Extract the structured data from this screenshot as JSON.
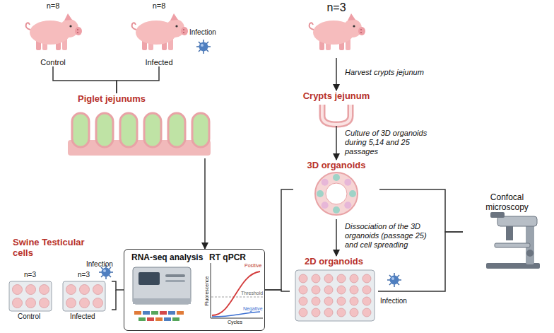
{
  "diagram": {
    "nodes": [
      {
        "text": [
          "n=8",
          "Control"
        ]
      },
      {
        "text": [
          "n=8",
          "Infected"
        ]
      },
      {
        "text": [
          "Piglet jejunums"
        ]
      },
      {
        "text": [
          "n=3"
        ]
      },
      {
        "text": [
          "Crypts jejunum"
        ]
      },
      {
        "text": [
          "3D organoids"
        ]
      },
      {
        "text": [
          "2D organoids"
        ]
      },
      {
        "text": [
          "Confocal microscopy"
        ]
      },
      {
        "text": [
          "RNA-seq analysis",
          "RT qPCR"
        ]
      },
      {
        "text": [
          "Swine Testicular cells"
        ]
      }
    ],
    "edges": [
      {
        "from": 0,
        "to": 2,
        "arrow": "none"
      },
      {
        "from": 1,
        "to": 2,
        "arrow": "none"
      },
      {
        "from": 2,
        "to": 8,
        "arrow": "to"
      },
      {
        "from": 3,
        "to": 4,
        "label": "Harvest crypts jejunum",
        "arrow": "to"
      },
      {
        "from": 4,
        "to": 5,
        "label": "Culture of 3D organoids during 5,14 and 25 passages",
        "arrow": "to"
      },
      {
        "from": 5,
        "to": 6,
        "label": "Dissociation of the 3D organoids (passage 25) and cell spreading",
        "arrow": "to"
      },
      {
        "from": 5,
        "to": 8,
        "arrow": "none"
      },
      {
        "from": 6,
        "to": 8,
        "arrow": "none"
      },
      {
        "from": 5,
        "to": 7,
        "arrow": "none"
      },
      {
        "from": 6,
        "to": 7,
        "arrow": "none"
      },
      {
        "from": 9,
        "to": 8,
        "arrow": "none"
      }
    ],
    "labels": [
      "Infection",
      "n=3",
      "n=3",
      "Infection",
      "Control",
      "Infected",
      "Positive",
      "Threshold",
      "Negative",
      "Fluorescence",
      "Cycles",
      "Infection"
    ]
  }
}
